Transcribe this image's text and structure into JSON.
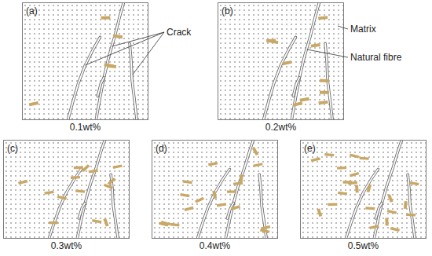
{
  "diagram": {
    "nodes": [
      {
        "text": [
          "(a)",
          "0.1wt%"
        ]
      },
      {
        "text": [
          "(b)",
          "0.2wt%"
        ]
      },
      {
        "text": [
          "(c)",
          "0.3wt%"
        ]
      },
      {
        "text": [
          "(d)",
          "0.4wt%"
        ]
      },
      {
        "text": [
          "(e)",
          "0.5wt%"
        ]
      }
    ],
    "labels": [
      "Crack",
      "Matrix",
      "Natural fibre"
    ]
  }
}
